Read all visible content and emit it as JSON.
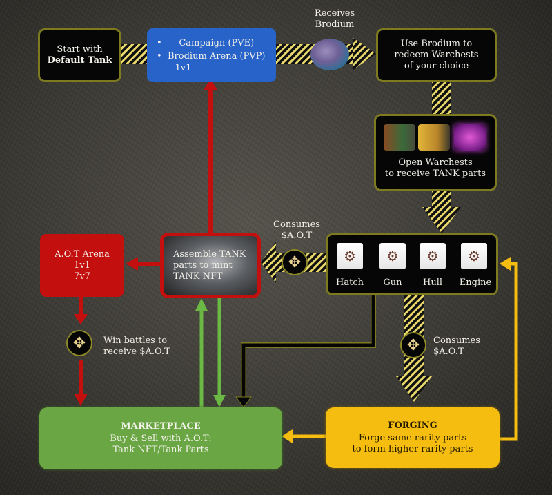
{
  "colors": {
    "black_box_border": "#7d7a1f",
    "blue": "#2763c9",
    "red": "#c30f0e",
    "green": "#6aa744",
    "yellow": "#f4bd10",
    "hazard_stripe": "#e9d86a"
  },
  "nodes": {
    "start": {
      "line1": "Start with",
      "line2": "Default Tank"
    },
    "modes": {
      "items": [
        "Campaign (PVE)",
        "Brodium Arena (PVP)",
        "– 1v1"
      ]
    },
    "receives": {
      "line1": "Receives",
      "line2": "Brodium"
    },
    "redeem": {
      "line1": "Use Brodium to",
      "line2": "redeem Warchests",
      "line3": "of your choice"
    },
    "open_chests": {
      "line1": "Open Warchests",
      "line2": "to receive TANK parts"
    },
    "parts": {
      "items": [
        {
          "label": "Hatch",
          "icon": "hatch-part-icon"
        },
        {
          "label": "Gun",
          "icon": "gun-part-icon"
        },
        {
          "label": "Hull",
          "icon": "hull-part-icon"
        },
        {
          "label": "Engine",
          "icon": "engine-part-icon"
        }
      ]
    },
    "consumes_top": {
      "line1": "Consumes",
      "line2": "$A.O.T"
    },
    "assemble": {
      "line1": "Assemble TANK",
      "line2": "parts to mint",
      "line3": "TANK NFT"
    },
    "aot_arena": {
      "line1": "A.O.T Arena",
      "line2": "1v1",
      "line3": "7v7"
    },
    "win_battles": {
      "line1": "Win battles to",
      "line2": "receive $A.O.T"
    },
    "consumes_forge": {
      "line1": "Consumes",
      "line2": "$A.O.T"
    },
    "marketplace": {
      "title": "MARKETPLACE",
      "line1": "Buy & Sell with A.O.T:",
      "line2": "Tank NFT/Tank Parts"
    },
    "forging": {
      "title": "FORGING",
      "line1": "Forge same rarity parts",
      "line2": "to form higher rarity parts"
    }
  },
  "icons": {
    "coin": "✥",
    "part": "⚙"
  }
}
